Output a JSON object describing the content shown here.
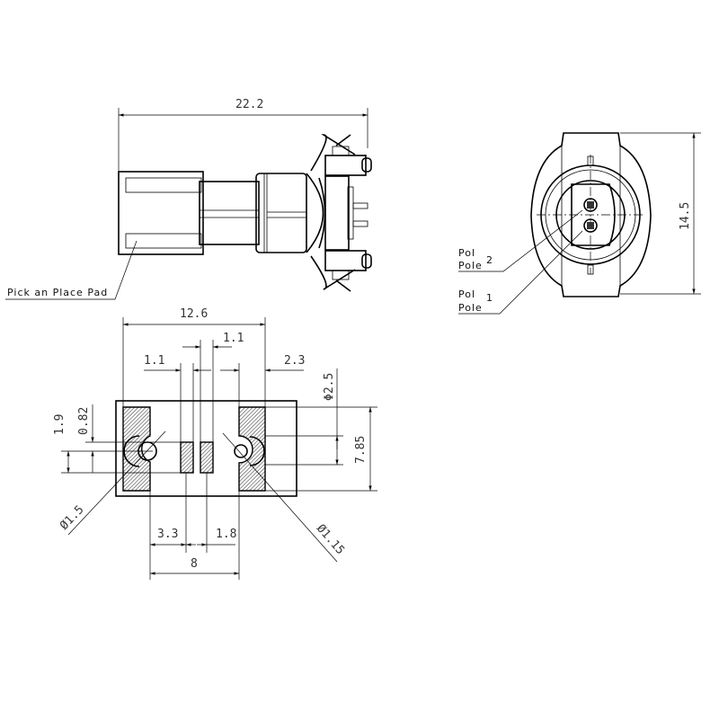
{
  "side_view": {
    "overall_length": "22.2",
    "callout": "Pick an Place Pad"
  },
  "front_view": {
    "height": "14.5",
    "pole2_line1": "Pol",
    "pole2_line2": "Pole",
    "pole2_num": "2",
    "pole1_line1": "Pol",
    "pole1_line2": "Pole",
    "pole1_num": "1"
  },
  "footprint": {
    "width_outer": "12.6",
    "pin_gap_top": "1.1",
    "pin_width": "1.1",
    "edge_pad": "2.3",
    "hole_large_dia": "Φ2.5",
    "height_total": "7.85",
    "dim_1_9": "1.9",
    "dim_0_82": "0.82",
    "hole_left": "Ø1.5",
    "hole_right": "Ø1.15",
    "dim_3_3": "3.3",
    "dim_1_8": "1.8",
    "dim_8": "8"
  },
  "colors": {
    "line": "#000000",
    "text": "#333333",
    "background": "#ffffff"
  }
}
